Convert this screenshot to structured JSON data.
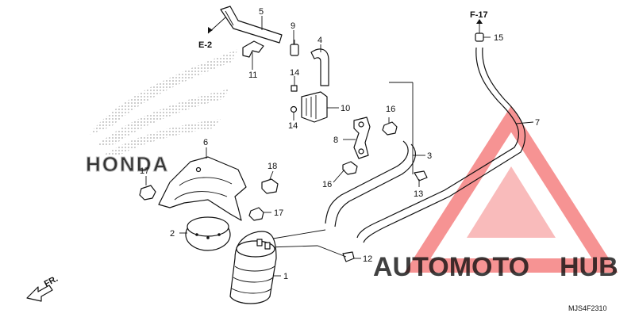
{
  "callouts": {
    "c1": "1",
    "c2": "2",
    "c3": "3",
    "c4": "4",
    "c5": "5",
    "c6": "6",
    "c7": "7",
    "c8": "8",
    "c9": "9",
    "c10": "10",
    "c11": "11",
    "c12": "12",
    "c13": "13",
    "c14a": "14",
    "c14b": "14",
    "c15": "15",
    "c16a": "16",
    "c16b": "16",
    "c17a": "17",
    "c17b": "17",
    "c18": "18"
  },
  "refs": {
    "e2": "E-2",
    "f17": "F-17",
    "front": "FR."
  },
  "watermark": {
    "brand_auto": "AUTOMOTO",
    "brand_hub": "HUB",
    "honda": "HONDA",
    "accent": "#ee3b3b",
    "orange": "#f3a24a",
    "dark": "#333333"
  },
  "diagram_code": "MJS4F2310"
}
